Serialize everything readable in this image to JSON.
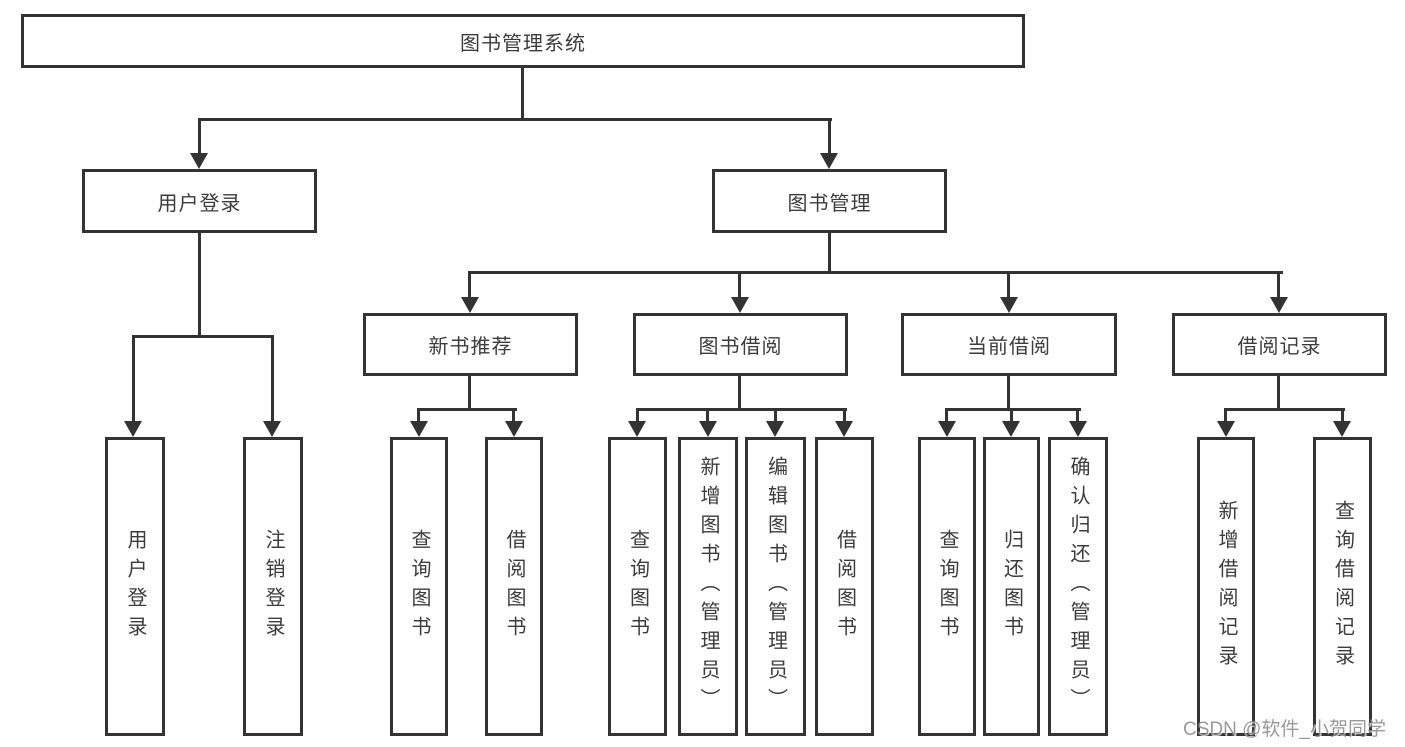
{
  "tree": {
    "root_label": "图书管理系统",
    "branches": [
      {
        "label": "用户登录",
        "leaves": [
          "用户登录",
          "注销登录"
        ]
      },
      {
        "label": "图书管理",
        "children": [
          {
            "label": "新书推荐",
            "leaves": [
              "查询图书",
              "借阅图书"
            ]
          },
          {
            "label": "图书借阅",
            "leaves": [
              "查询图书",
              "新增图书（管理员）",
              "编辑图书（管理员）",
              "借阅图书"
            ]
          },
          {
            "label": "当前借阅",
            "leaves": [
              "查询图书",
              "归还图书",
              "确认归还（管理员）"
            ]
          },
          {
            "label": "借阅记录",
            "leaves": [
              "新增借阅记录",
              "查询借阅记录"
            ]
          }
        ]
      }
    ]
  },
  "watermark": "CSDN @软件_小贺同学",
  "colors": {
    "line": "#333333",
    "text": "#3c3c3c",
    "watermark": "#878787",
    "background": "#ffffff"
  }
}
